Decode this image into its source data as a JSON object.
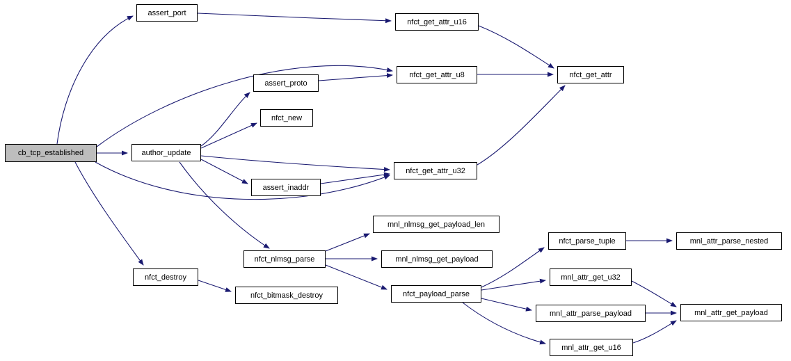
{
  "diagram": {
    "type": "call-graph",
    "colors": {
      "edge": "#191970",
      "border": "#000000",
      "fill": "#ffffff",
      "rootfill": "#bdbdbd",
      "bg": "#ffffff"
    },
    "nodes": {
      "cb_tcp_established": {
        "label": "cb_tcp_established",
        "role": "root"
      },
      "assert_port": {
        "label": "assert_port"
      },
      "nfct_get_attr_u16": {
        "label": "nfct_get_attr_u16"
      },
      "nfct_get_attr_u8": {
        "label": "nfct_get_attr_u8"
      },
      "nfct_get_attr": {
        "label": "nfct_get_attr"
      },
      "assert_proto": {
        "label": "assert_proto"
      },
      "nfct_new": {
        "label": "nfct_new"
      },
      "author_update": {
        "label": "author_update"
      },
      "nfct_get_attr_u32": {
        "label": "nfct_get_attr_u32"
      },
      "assert_inaddr": {
        "label": "assert_inaddr"
      },
      "mnl_nlmsg_get_payload_len": {
        "label": "mnl_nlmsg_get_payload_len"
      },
      "nfct_nlmsg_parse": {
        "label": "nfct_nlmsg_parse"
      },
      "mnl_nlmsg_get_payload": {
        "label": "mnl_nlmsg_get_payload"
      },
      "nfct_parse_tuple": {
        "label": "nfct_parse_tuple"
      },
      "mnl_attr_parse_nested": {
        "label": "mnl_attr_parse_nested"
      },
      "mnl_attr_get_u32": {
        "label": "mnl_attr_get_u32"
      },
      "nfct_destroy": {
        "label": "nfct_destroy"
      },
      "nfct_payload_parse": {
        "label": "nfct_payload_parse"
      },
      "nfct_bitmask_destroy": {
        "label": "nfct_bitmask_destroy"
      },
      "mnl_attr_parse_payload": {
        "label": "mnl_attr_parse_payload"
      },
      "mnl_attr_get_payload": {
        "label": "mnl_attr_get_payload"
      },
      "mnl_attr_get_u16": {
        "label": "mnl_attr_get_u16"
      }
    },
    "edges": [
      {
        "from": "cb_tcp_established",
        "to": "assert_port"
      },
      {
        "from": "cb_tcp_established",
        "to": "nfct_get_attr_u8"
      },
      {
        "from": "cb_tcp_established",
        "to": "author_update"
      },
      {
        "from": "cb_tcp_established",
        "to": "nfct_get_attr_u32"
      },
      {
        "from": "cb_tcp_established",
        "to": "nfct_destroy"
      },
      {
        "from": "assert_port",
        "to": "nfct_get_attr_u16"
      },
      {
        "from": "nfct_get_attr_u16",
        "to": "nfct_get_attr"
      },
      {
        "from": "nfct_get_attr_u8",
        "to": "nfct_get_attr"
      },
      {
        "from": "assert_proto",
        "to": "nfct_get_attr_u8"
      },
      {
        "from": "author_update",
        "to": "assert_proto"
      },
      {
        "from": "author_update",
        "to": "nfct_new"
      },
      {
        "from": "author_update",
        "to": "nfct_get_attr_u32"
      },
      {
        "from": "author_update",
        "to": "assert_inaddr"
      },
      {
        "from": "author_update",
        "to": "nfct_nlmsg_parse"
      },
      {
        "from": "assert_inaddr",
        "to": "nfct_get_attr_u32"
      },
      {
        "from": "nfct_get_attr_u32",
        "to": "nfct_get_attr"
      },
      {
        "from": "nfct_nlmsg_parse",
        "to": "mnl_nlmsg_get_payload_len"
      },
      {
        "from": "nfct_nlmsg_parse",
        "to": "mnl_nlmsg_get_payload"
      },
      {
        "from": "nfct_nlmsg_parse",
        "to": "nfct_payload_parse"
      },
      {
        "from": "nfct_destroy",
        "to": "nfct_bitmask_destroy"
      },
      {
        "from": "nfct_payload_parse",
        "to": "nfct_parse_tuple"
      },
      {
        "from": "nfct_payload_parse",
        "to": "mnl_attr_get_u32"
      },
      {
        "from": "nfct_payload_parse",
        "to": "mnl_attr_parse_payload"
      },
      {
        "from": "nfct_payload_parse",
        "to": "mnl_attr_get_u16"
      },
      {
        "from": "nfct_parse_tuple",
        "to": "mnl_attr_parse_nested"
      },
      {
        "from": "mnl_attr_get_u32",
        "to": "mnl_attr_get_payload"
      },
      {
        "from": "mnl_attr_parse_payload",
        "to": "mnl_attr_get_payload"
      },
      {
        "from": "mnl_attr_get_u16",
        "to": "mnl_attr_get_payload"
      }
    ]
  }
}
